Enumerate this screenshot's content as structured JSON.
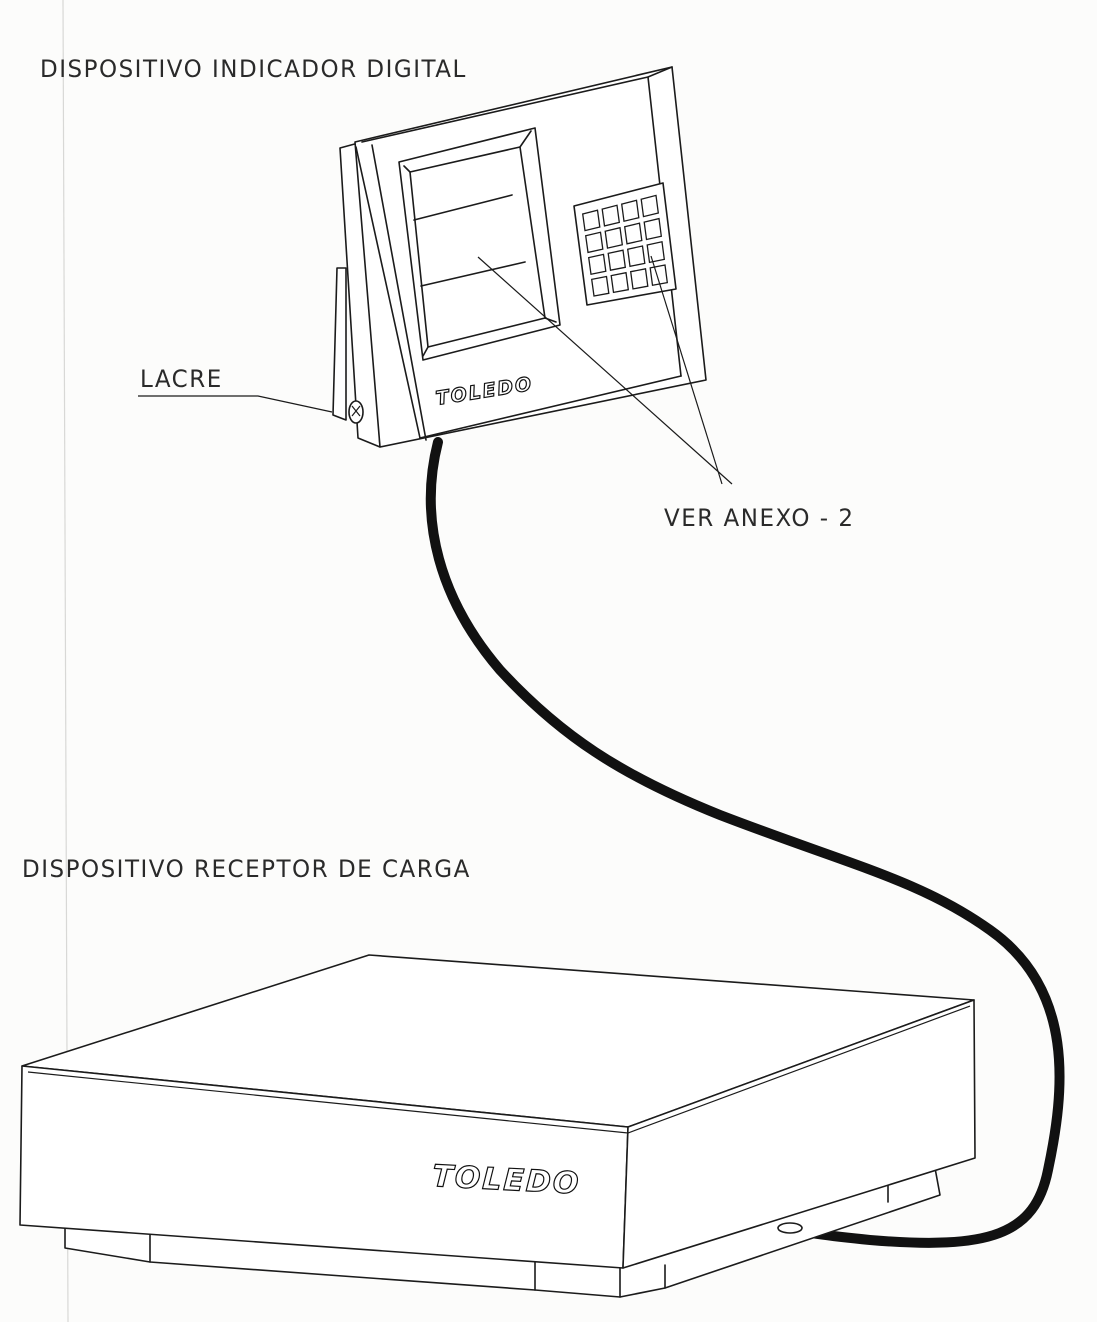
{
  "labels": {
    "indicator": "DISPOSITIVO INDICADOR DIGITAL",
    "seal": "LACRE",
    "annex_ref": "VER ANEXO - 2",
    "load_receptor": "DISPOSITIVO RECEPTOR DE CARGA"
  },
  "brand": {
    "indicator_logo": "TOLEDO",
    "platform_logo": "TOLEDO"
  },
  "keypad": {
    "rows": 4,
    "cols": 4
  }
}
